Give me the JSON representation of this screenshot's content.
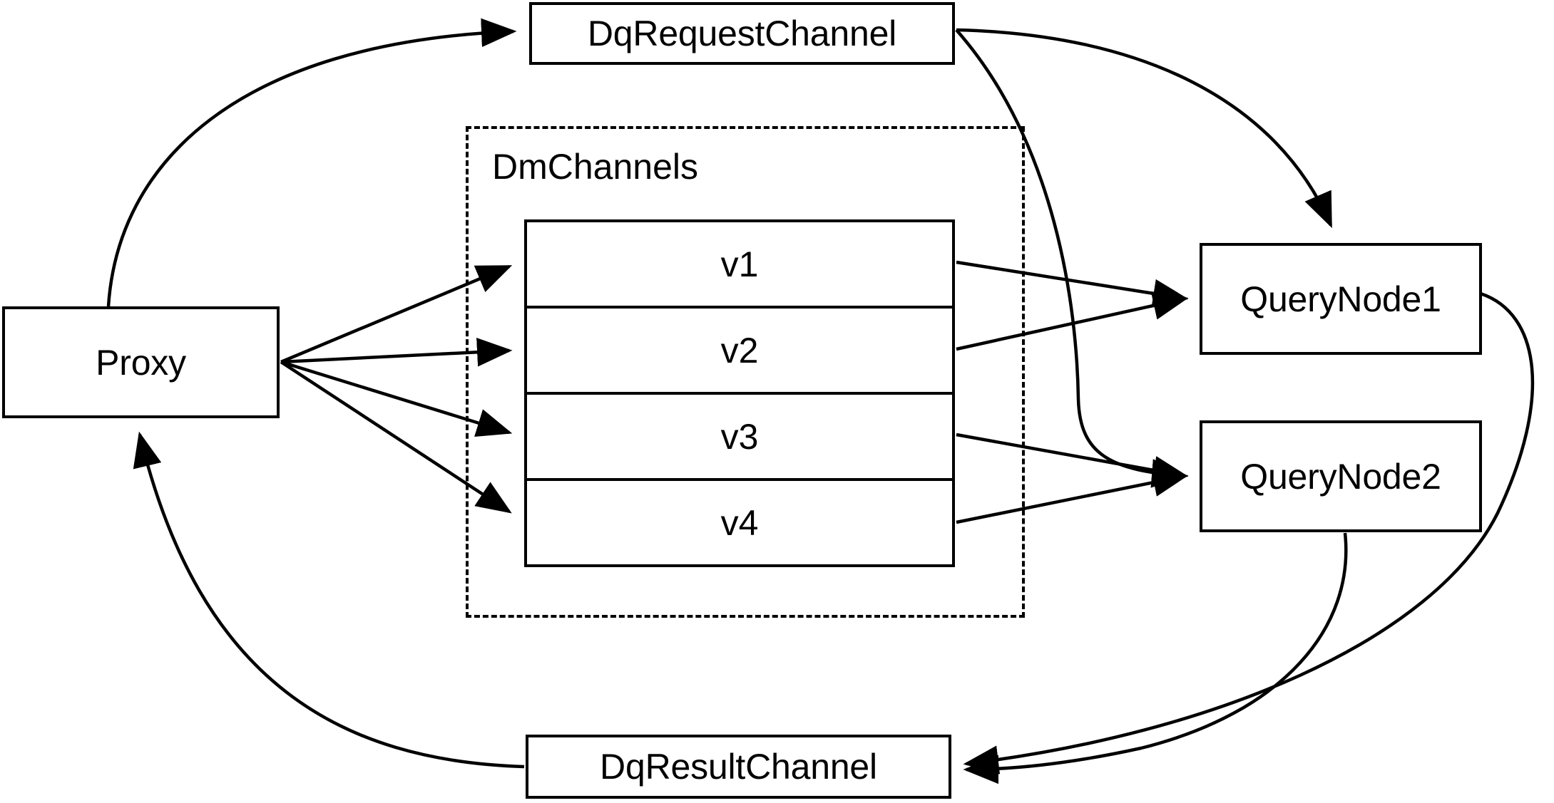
{
  "diagram": {
    "title": "Milvus Distributed Query Channel Flow",
    "type": "architecture-flow-diagram",
    "stroke_color": "#000000",
    "background_color": "#ffffff",
    "nodes": {
      "proxy": {
        "label": "Proxy"
      },
      "dq_request_channel": {
        "label": "DqRequestChannel"
      },
      "dq_result_channel": {
        "label": "DqResultChannel"
      },
      "query_node_1": {
        "label": "QueryNode1"
      },
      "query_node_2": {
        "label": "QueryNode2"
      }
    },
    "group": {
      "label": "DmChannels",
      "style": "dashed",
      "channels": [
        {
          "label": "v1"
        },
        {
          "label": "v2"
        },
        {
          "label": "v3"
        },
        {
          "label": "v4"
        }
      ]
    },
    "edges": [
      {
        "from": "Proxy",
        "to": "DqRequestChannel",
        "style": "curved",
        "arrow": "to"
      },
      {
        "from": "Proxy",
        "to": "v1",
        "style": "straight",
        "arrow": "to"
      },
      {
        "from": "Proxy",
        "to": "v2",
        "style": "straight",
        "arrow": "to"
      },
      {
        "from": "Proxy",
        "to": "v3",
        "style": "straight",
        "arrow": "to"
      },
      {
        "from": "Proxy",
        "to": "v4",
        "style": "straight",
        "arrow": "to"
      },
      {
        "from": "DqRequestChannel",
        "to": "QueryNode1",
        "style": "curved",
        "arrow": "to"
      },
      {
        "from": "DqRequestChannel",
        "to": "QueryNode2",
        "style": "curved",
        "arrow": "to"
      },
      {
        "from": "v1",
        "to": "QueryNode1",
        "style": "straight",
        "arrow": "to"
      },
      {
        "from": "v2",
        "to": "QueryNode1",
        "style": "straight",
        "arrow": "to"
      },
      {
        "from": "v3",
        "to": "QueryNode2",
        "style": "straight",
        "arrow": "to"
      },
      {
        "from": "v4",
        "to": "QueryNode2",
        "style": "straight",
        "arrow": "to"
      },
      {
        "from": "QueryNode1",
        "to": "DqResultChannel",
        "style": "curved",
        "arrow": "to"
      },
      {
        "from": "QueryNode2",
        "to": "DqResultChannel",
        "style": "curved",
        "arrow": "to"
      },
      {
        "from": "DqResultChannel",
        "to": "Proxy",
        "style": "curved",
        "arrow": "to"
      }
    ]
  }
}
